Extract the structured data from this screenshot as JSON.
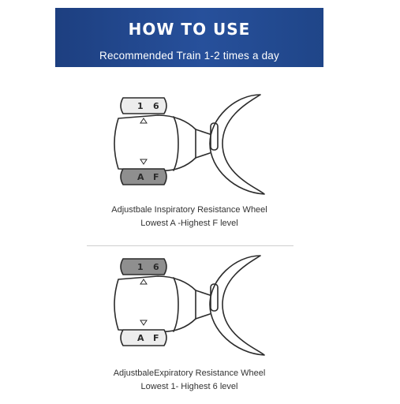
{
  "header": {
    "title": "HOW TO USE",
    "subtitle": "Recommended Train 1-2 times a day"
  },
  "panels": [
    {
      "caption_line1": "Adjustbale Inspiratory Resistance Wheel",
      "caption_line2": "Lowest A -Highest F level",
      "highlighted_wheel": "bottom",
      "top_wheel_marks": [
        "1",
        "6"
      ],
      "bottom_wheel_marks": [
        "A",
        "F"
      ]
    },
    {
      "caption_line1": "AdjustbaleExpiratory Resistance Wheel",
      "caption_line2": "Lowest 1- Highest 6 level",
      "highlighted_wheel": "top",
      "top_wheel_marks": [
        "1",
        "6"
      ],
      "bottom_wheel_marks": [
        "A",
        "F"
      ]
    }
  ],
  "colors": {
    "banner": "#27509b",
    "highlight": "#8f8f8f"
  }
}
